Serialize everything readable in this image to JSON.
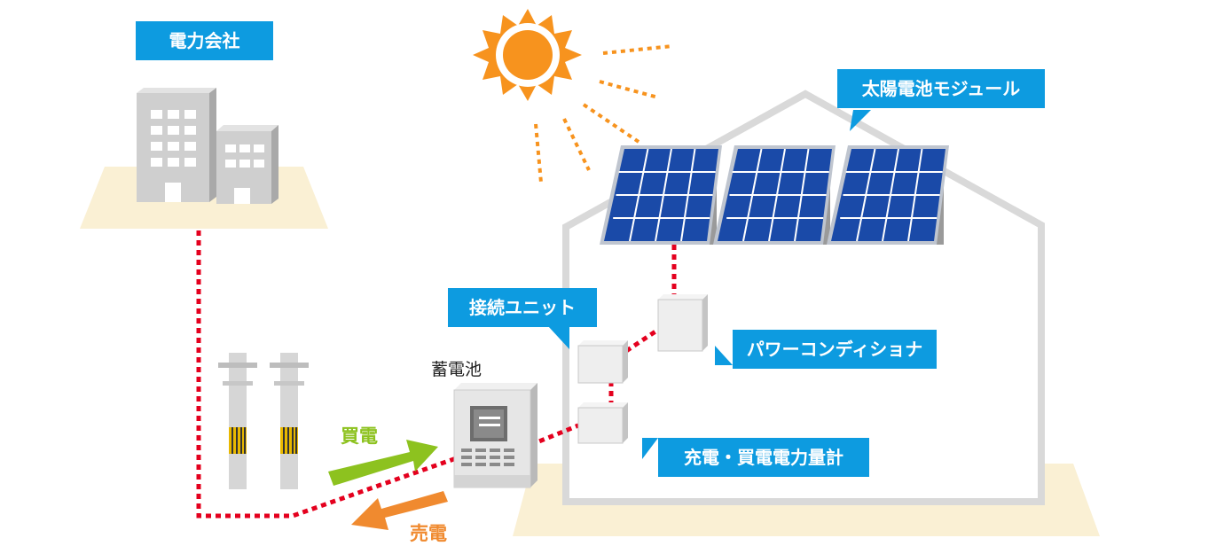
{
  "labels": {
    "power_company": "電力会社",
    "solar_module": "太陽電池モジュール",
    "connection_unit": "接続ユニット",
    "power_conditioner": "パワーコンディショナ",
    "storage_battery": "蓄電池",
    "meter": "充電・買電電力量計",
    "buy_power": "買電",
    "sell_power": "売電"
  },
  "colors": {
    "callout": "#0d9be0",
    "sun": "#f7931e",
    "wire": "#e4001e",
    "buy_arrow": "#8dc21f",
    "sell_arrow": "#f08a2f",
    "ground": "#faf0d4",
    "house_outline": "#d9d9d9",
    "panel": "#1a4aa8"
  },
  "icons": [
    "sun-icon",
    "building-icon",
    "utility-pole-icon",
    "solar-panel-icon",
    "battery-unit-icon",
    "house-outline-icon"
  ]
}
